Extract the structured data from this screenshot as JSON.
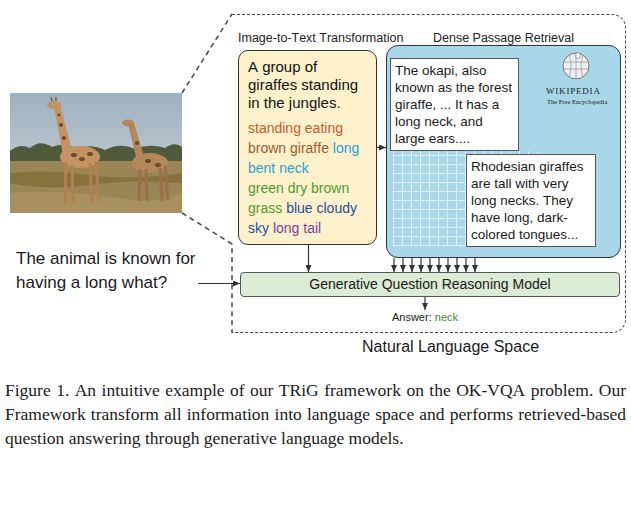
{
  "diagram": {
    "caption": "Figure 1. An intuitive example of our TRiG framework on the OK-VQA problem. Our Framework transform all information into language space and performs retrieved-based question answering through generative language models.",
    "nodes": [
      {
        "text": [
          "Natural Language Space"
        ]
      },
      {
        "text": [
          "Image-to-Text Transformation",
          "A group of giraffes standing in the jungles.",
          "standing eating",
          "brown giraffe",
          "long bent neck",
          "green dry brown grass",
          "blue cloudy sky",
          "long tail"
        ],
        "in": 0
      },
      {
        "text": [
          "Dense Passage Retrieval"
        ],
        "in": 0
      },
      {
        "text": [
          "The okapi, also known as the forest giraffe, ... It has a long neck, and large ears...."
        ],
        "in": 2
      },
      {
        "text": [
          "Rhodesian giraffes are tall with very long necks. They have long, dark-colored tongues..."
        ],
        "in": 2
      },
      {
        "text": [
          "Generative Question Reasoning Model"
        ],
        "in": 0
      },
      {
        "text": [
          "Answer:",
          "neck"
        ],
        "in": 0
      },
      {
        "text": [
          "The animal is known for having a long what?"
        ]
      }
    ],
    "edges": [
      {
        "from": 1,
        "to": 2,
        "arrow": "to"
      },
      {
        "from": 1,
        "to": 5,
        "arrow": "to"
      },
      {
        "from": 2,
        "to": 5,
        "arrow": "to"
      },
      {
        "from": 7,
        "to": 5,
        "arrow": "to"
      },
      {
        "from": 5,
        "to": 6,
        "arrow": "to"
      }
    ],
    "labels": [
      "WIKIPEDIA",
      "The Free Encyclopedia"
    ]
  }
}
